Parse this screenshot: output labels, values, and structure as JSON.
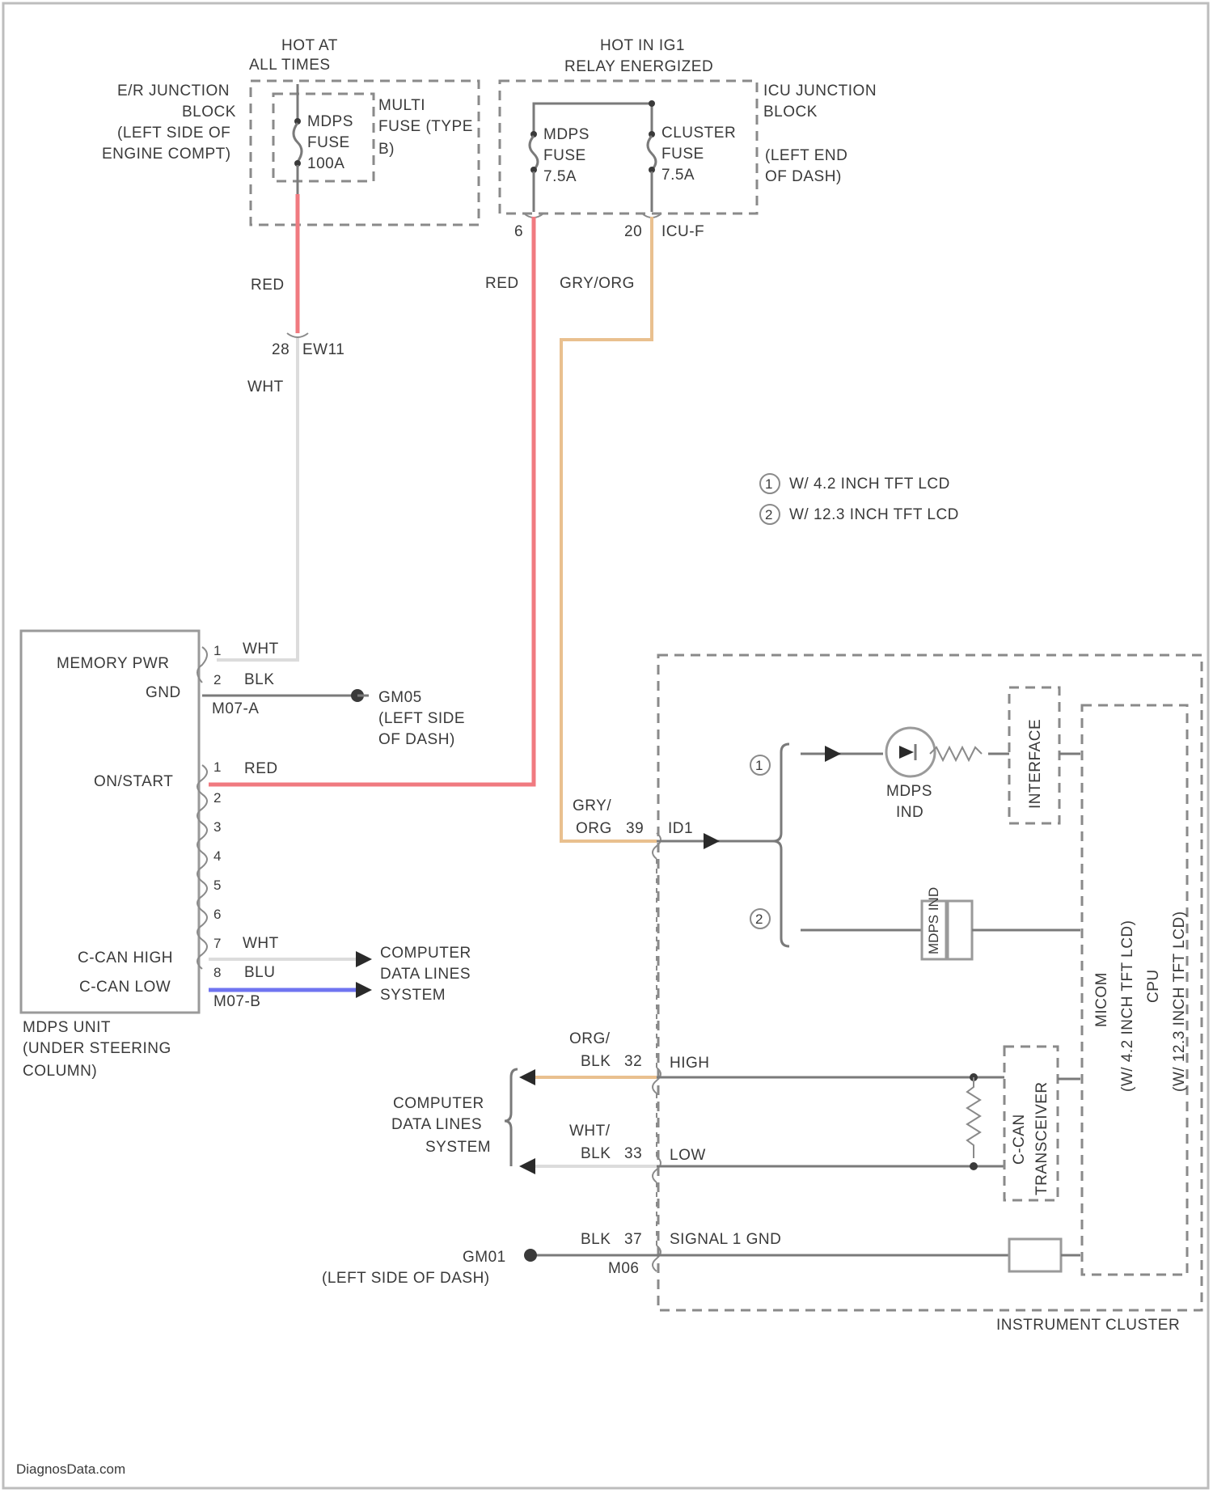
{
  "labels": {
    "hot_all_times": [
      "HOT AT",
      "ALL TIMES"
    ],
    "hot_ig1": [
      "HOT IN IG1",
      "RELAY ENERGIZED"
    ],
    "er_block": [
      "E/R JUNCTION",
      "BLOCK",
      "(LEFT SIDE OF",
      "ENGINE COMPT)"
    ],
    "multi_fuse": [
      "MULTI",
      "FUSE (TYPE",
      "B)"
    ],
    "mdps_fuse_100": [
      "MDPS",
      "FUSE",
      "100A"
    ],
    "mdps_fuse_75": [
      "MDPS",
      "FUSE",
      "7.5A"
    ],
    "cluster_fuse": [
      "CLUSTER",
      "FUSE",
      "7.5A"
    ],
    "icu_block": [
      "ICU JUNCTION",
      "BLOCK",
      "(LEFT END",
      "OF DASH)"
    ],
    "pin_6": "6",
    "pin_20": "20",
    "icu_f": "ICU-F",
    "wire_red_1": "RED",
    "wire_red_2": "RED",
    "wire_gry_org": "GRY/ORG",
    "conn_28": "28",
    "conn_ew11": "EW11",
    "wire_wht": "WHT",
    "legend_1": "W/ 4.2 INCH TFT LCD",
    "legend_2": "W/ 12.3 INCH TFT LCD",
    "legend_sym_1": "1",
    "legend_sym_2": "2",
    "mdps_unit_pins": [
      "MEMORY PWR",
      "GND",
      "ON/START",
      "C-CAN HIGH",
      "C-CAN LOW"
    ],
    "mdps_unit": [
      "MDPS UNIT",
      "(UNDER STEERING",
      "COLUMN)"
    ],
    "pin_nums": [
      "1",
      "2",
      "1",
      "2",
      "3",
      "4",
      "5",
      "6",
      "7",
      "8"
    ],
    "wire_wht_1": "WHT",
    "wire_blk": "BLK",
    "m07a": "M07-A",
    "wire_red_3": "RED",
    "wire_wht_2": "WHT",
    "wire_blu": "BLU",
    "m07b": "M07-B",
    "gm05": [
      "GM05",
      "(LEFT SIDE",
      "OF DASH)"
    ],
    "computer_data_1": [
      "COMPUTER",
      "DATA LINES",
      "SYSTEM"
    ],
    "gry_org_lbl": [
      "GRY/",
      "ORG"
    ],
    "pin_39": "39",
    "id1": "ID1",
    "mdps_ind": [
      "MDPS",
      "IND"
    ],
    "interface": "INTERFACE",
    "micom": [
      "MICOM",
      "(W/ 4.2 INCH TFT LCD)",
      "CPU",
      "(W/ 12.3 INCH TFT LCD)"
    ],
    "ind_label": "MDPS IND",
    "org_blk": [
      "ORG/",
      "BLK"
    ],
    "pin_32": "32",
    "high": "HIGH",
    "wht_blk": [
      "WHT/",
      "BLK"
    ],
    "pin_33": "33",
    "low": "LOW",
    "computer_data_2": [
      "COMPUTER",
      "DATA LINES",
      "SYSTEM"
    ],
    "ccan": [
      "C-CAN",
      "TRANSCEIVER"
    ],
    "blk_37": "BLK",
    "pin_37": "37",
    "signal_gnd": "SIGNAL 1 GND",
    "m06": "M06",
    "gm01": [
      "GM01",
      "(LEFT SIDE OF DASH)"
    ],
    "cluster": "INSTRUMENT CLUSTER",
    "watermark": "DiagnosData.com"
  },
  "colors": {
    "red_wire": "#f07a80",
    "orange_wire": "#e9c08f",
    "blue_wire": "#6f74f0",
    "white_wire": "#dcdcdc",
    "gray_wire": "#7d7d7d"
  }
}
